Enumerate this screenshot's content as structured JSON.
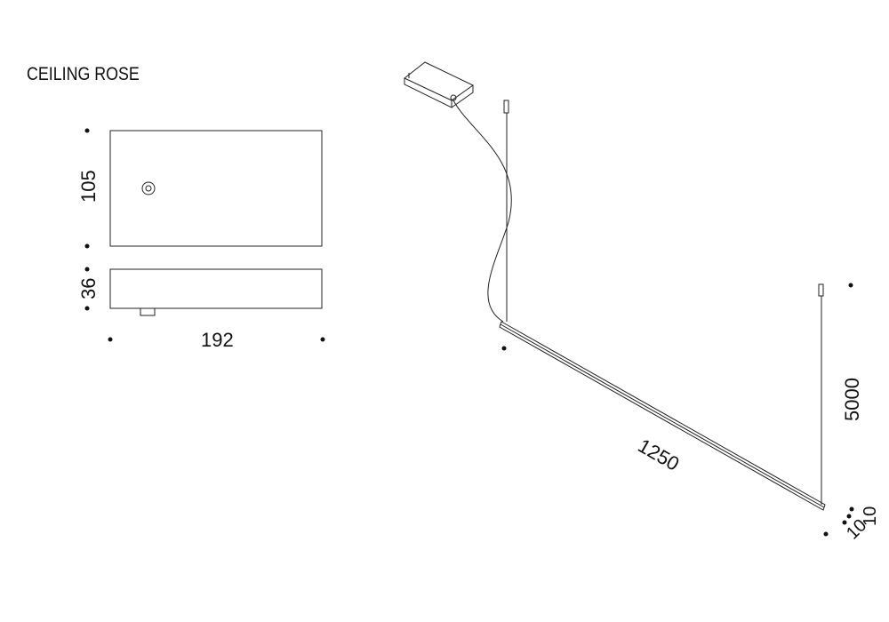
{
  "title": "CEILING ROSE",
  "dimensions": {
    "rose_height": "105",
    "rose_depth": "36",
    "rose_width": "192",
    "bar_length": "1250",
    "cable_length": "5000",
    "bar_section_a": "10",
    "bar_section_b": "10"
  }
}
